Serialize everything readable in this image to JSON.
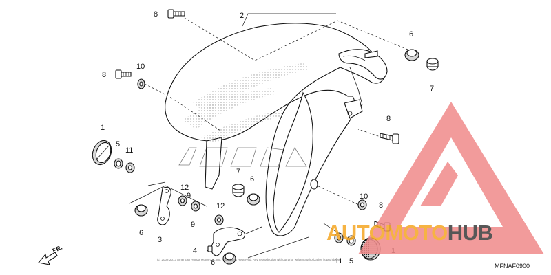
{
  "diagram_code": "MFNAF0900",
  "direction_label": "FR.",
  "copyright_text": "(c) 2002-2013 American Honda Motor Co., Inc. - All Rights Reserved. Any reproduction without prior written authorization is prohibited.",
  "watermark": {
    "word_orange": "AUTOMOTO",
    "word_dark": "HUB",
    "color_orange": "#f5a623",
    "color_dark": "#3a3a3a",
    "triangle_color": "#f08a8a"
  },
  "callouts": {
    "c1_top": "1",
    "c1_bottom": "1",
    "c2": "2",
    "c3": "3",
    "c4": "4",
    "c5_top": "5",
    "c5_bottom": "5",
    "c6_top_right": "6",
    "c6_left": "6",
    "c6_mid": "6",
    "c6_bottom": "6",
    "c7_right": "7",
    "c7_mid": "7",
    "c8_top": "8",
    "c8_left": "8",
    "c8_right": "8",
    "c8_lower_right": "8",
    "c9_top": "9",
    "c9_bottom": "9",
    "c10_top": "10",
    "c10_right": "10",
    "c11_top": "11",
    "c11_bottom": "11",
    "c12_left": "12",
    "c12_mid": "12"
  }
}
